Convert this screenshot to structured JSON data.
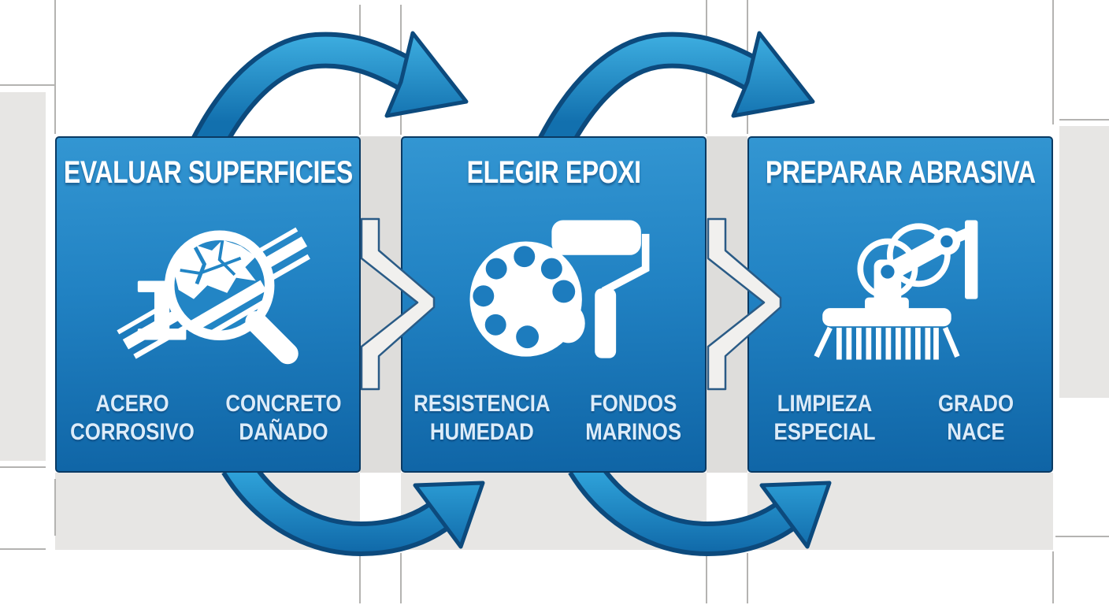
{
  "steps": [
    {
      "title": "EVALUAR SUPERFICIES",
      "icon": "magnifier-beam-icon",
      "labels": [
        {
          "line1": "ACERO",
          "line2": "CORROSIVO"
        },
        {
          "line1": "CONCRETO",
          "line2": "DAÑADO"
        }
      ]
    },
    {
      "title": "ELEGIR EPOXI",
      "icon": "palette-roller-icon",
      "labels": [
        {
          "line1": "RESISTENCIA",
          "line2": "HUMEDAD"
        },
        {
          "line1": "FONDOS",
          "line2": "MARINOS"
        }
      ]
    },
    {
      "title": "PREPARAR ABRASIVA",
      "icon": "robot-brush-icon",
      "labels": [
        {
          "line1": "LIMPIEZA",
          "line2": "ESPECIAL"
        },
        {
          "line1": "GRADO",
          "line2": "NACE"
        }
      ]
    }
  ],
  "colors": {
    "panel_top": "#3396d2",
    "panel_bottom": "#0f64a5",
    "panel_border": "#0a3a63",
    "arrow_fill_light": "#36a9de",
    "arrow_fill_dark": "#1068a8",
    "arrow_outline": "#0c4a7d",
    "chevron_fill": "#f1f0ee",
    "background_tile": "#e7e6e4",
    "grid_line": "#b4b3b1",
    "icon_white": "#ffffff"
  }
}
